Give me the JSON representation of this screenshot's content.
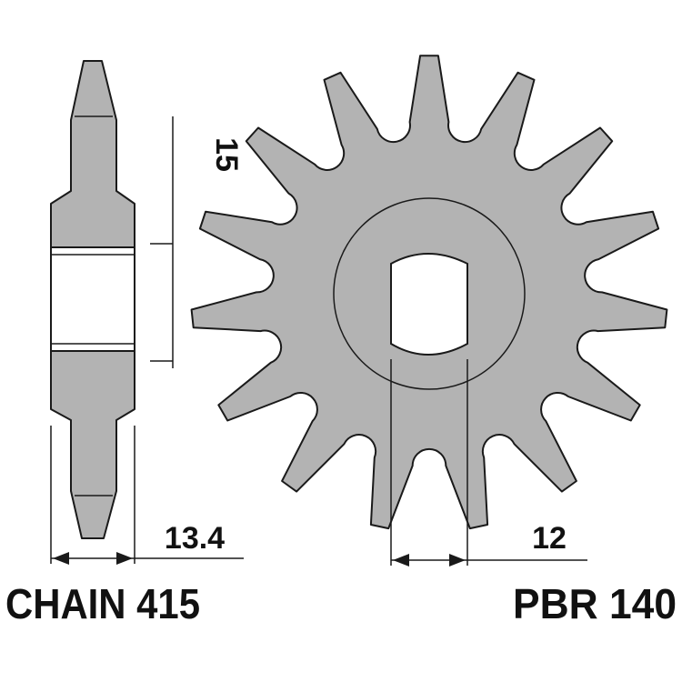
{
  "side_view": {
    "thickness_label": "13.4",
    "teeth_label": "15"
  },
  "front_view": {
    "spline_width_label": "12"
  },
  "footer": {
    "chain_label": "CHAIN 415",
    "part_code": "PBR 140"
  },
  "colors": {
    "part_fill": "#b3b3b3",
    "outline": "#1a1a1a",
    "background": "#ffffff"
  }
}
